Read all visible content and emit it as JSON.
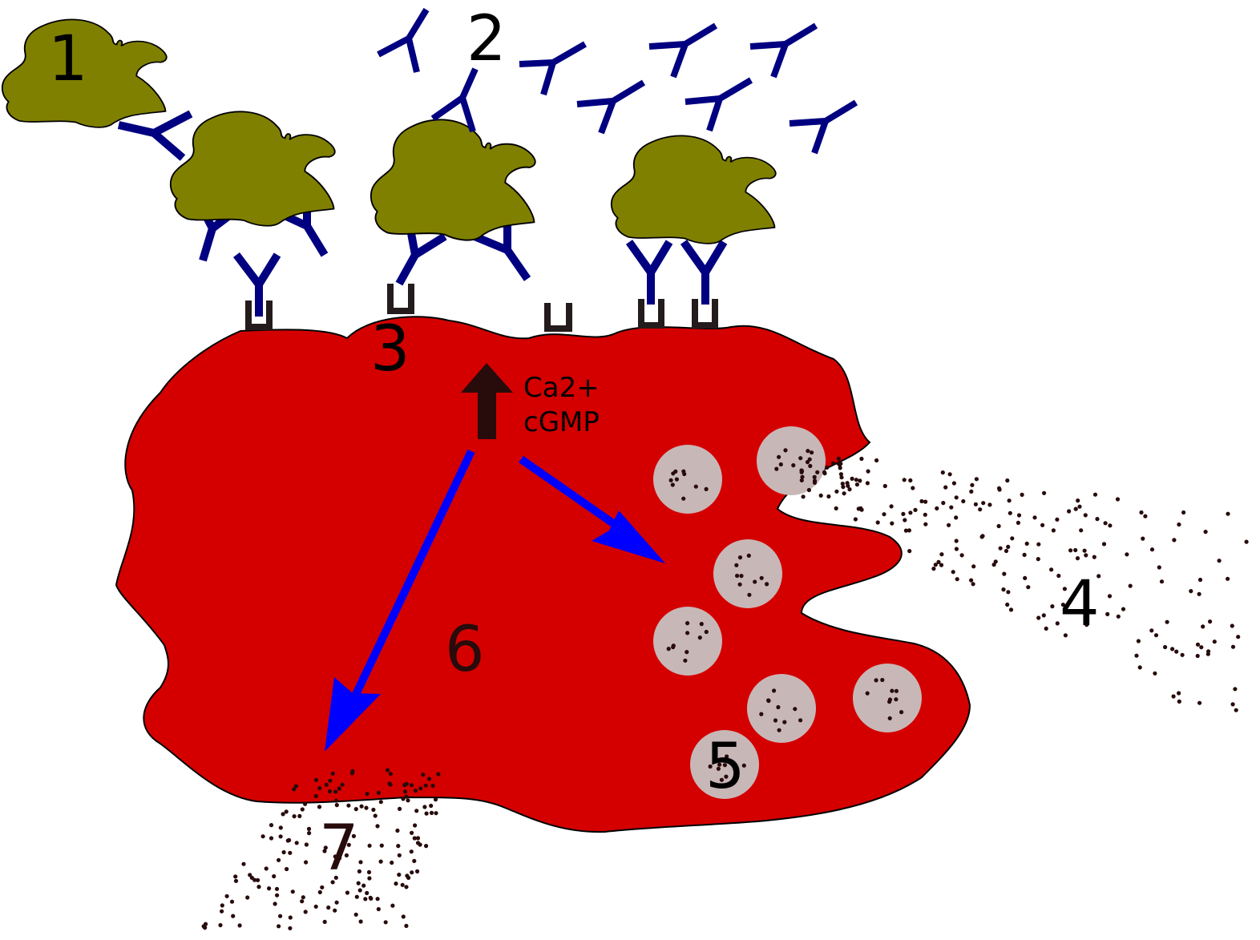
{
  "labels": {
    "l1": "1",
    "l2": "2",
    "l3": "3",
    "l4": "4",
    "l5": "5",
    "l6": "6",
    "l7": "7"
  },
  "signals": {
    "ca": "Ca2+",
    "cgmp": "cGMP"
  },
  "colors": {
    "cell": "#d40000",
    "allergen": "#808000",
    "antibody": "#000080",
    "receptor": "#241c1c",
    "granule": "#c8b7b7",
    "arrow": "#0000ff",
    "up_arrow": "#280b0b",
    "dots": "#280b0b"
  }
}
